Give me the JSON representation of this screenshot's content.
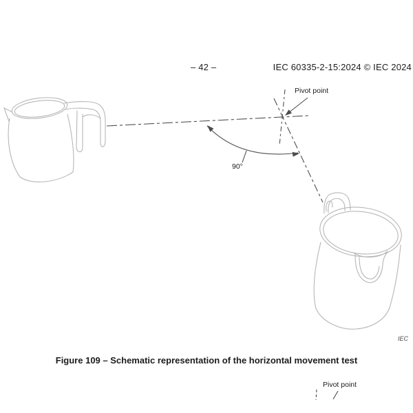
{
  "header": {
    "page_number": "– 42 –",
    "doc_reference": "IEC 60335-2-15:2024 © IEC 2024"
  },
  "figure": {
    "pivot_point_label": "Pivot point",
    "angle_label": "90°",
    "iec_credit": "IEC",
    "caption": "Figure 109 – Schematic representation of the horizontal movement test"
  },
  "next_figure_preview": {
    "pivot_point_label": "Pivot point"
  },
  "colors": {
    "line_art": "#b6b6b6",
    "annotation": "#4c4c4c",
    "text": "#1c1c1c"
  }
}
